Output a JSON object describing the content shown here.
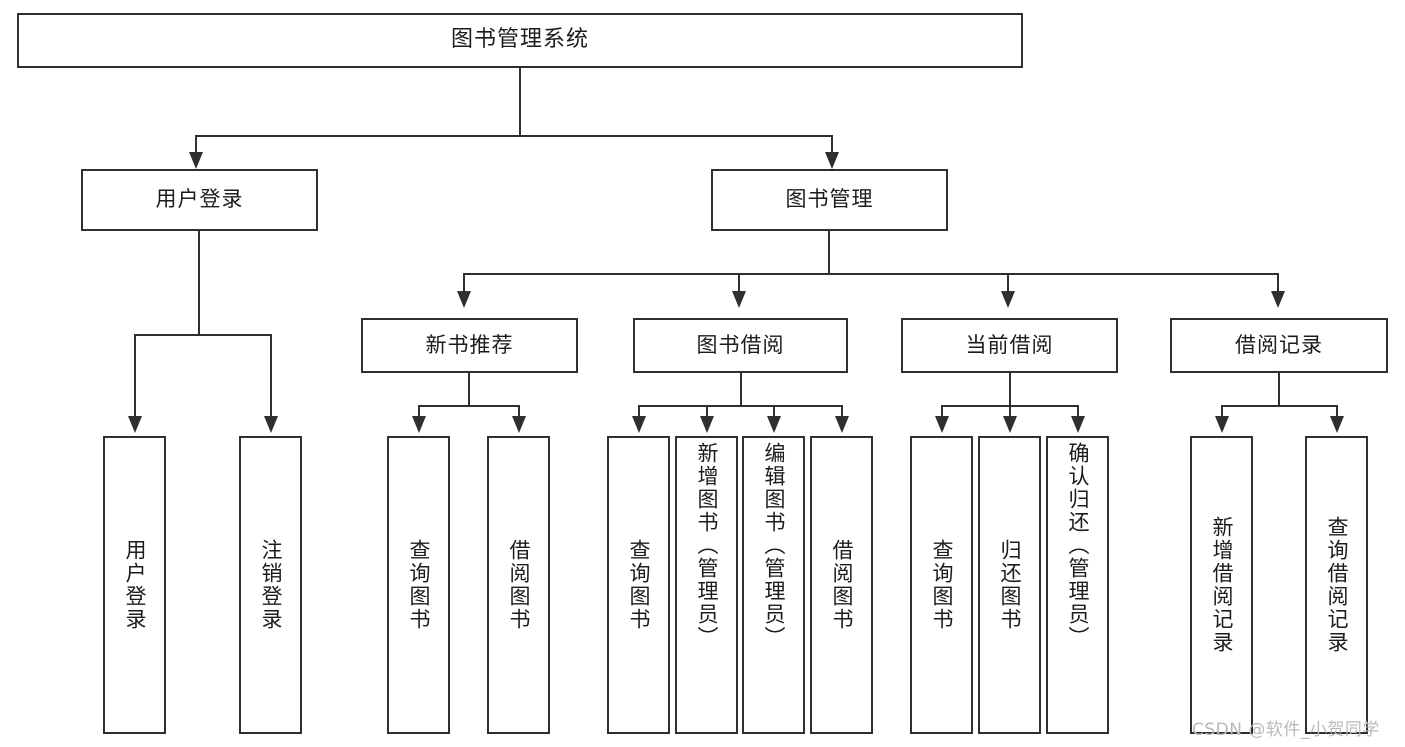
{
  "diagram": {
    "type": "hierarchy-tree",
    "title": "图书管理系统",
    "colors": {
      "box_border": "#2f2f2f",
      "box_fill": "#ffffff",
      "line": "#2f2f2f",
      "text": "#1c1c1c",
      "watermark": "#b9b9b9",
      "background": "#ffffff"
    },
    "root": {
      "label": "图书管理系统"
    },
    "level1": [
      {
        "label": "用户登录"
      },
      {
        "label": "图书管理"
      }
    ],
    "level2": [
      {
        "label": "新书推荐"
      },
      {
        "label": "图书借阅"
      },
      {
        "label": "当前借阅"
      },
      {
        "label": "借阅记录"
      }
    ],
    "leaves": {
      "user_login": [
        {
          "label": "用户登录"
        },
        {
          "label": "注销登录"
        }
      ],
      "new_book_recommend": [
        {
          "label": "查询图书"
        },
        {
          "label": "借阅图书"
        }
      ],
      "book_borrow": [
        {
          "label": "查询图书"
        },
        {
          "label": "新增图书（管理员）"
        },
        {
          "label": "编辑图书（管理员）"
        },
        {
          "label": "借阅图书"
        }
      ],
      "current_borrow": [
        {
          "label": "查询图书"
        },
        {
          "label": "归还图书"
        },
        {
          "label": "确认归还（管理员）"
        }
      ],
      "borrow_record": [
        {
          "label": "新增借阅记录"
        },
        {
          "label": "查询借阅记录"
        }
      ]
    },
    "watermark": "CSDN @软件_小贺同学"
  }
}
